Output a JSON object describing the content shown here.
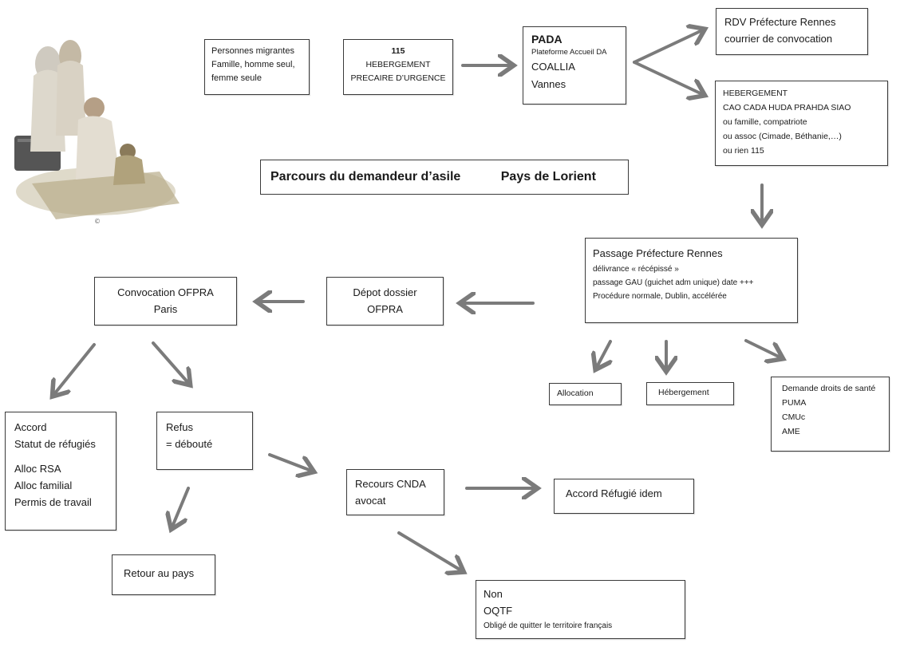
{
  "title": {
    "main": "Parcours du demandeur d’asile",
    "region": "Pays de Lorient"
  },
  "illustration": {
    "name": "family-with-luggage-illustration"
  },
  "boxes": {
    "personnes": {
      "lines": [
        "Personnes migrantes",
        "Famille, homme seul,",
        "femme seule"
      ]
    },
    "hebergement_urgence": {
      "lines": [
        "115",
        "HEBERGEMENT",
        "PRECAIRE D’URGENCE"
      ]
    },
    "pada": {
      "lines": [
        "PADA",
        "Plateforme Accueil DA",
        "COALLIA",
        "Vannes"
      ]
    },
    "rdv_prefecture": {
      "lines": [
        "RDV Préfecture Rennes",
        "courrier de convocation"
      ]
    },
    "hebergement": {
      "lines": [
        "HEBERGEMENT",
        "CAO CADA HUDA PRAHDA SIAO",
        "ou famille, compatriote",
        "ou assoc (Cimade, Béthanie,…)",
        "ou rien 115"
      ]
    },
    "passage_prefecture": {
      "lines": [
        "Passage Préfecture Rennes",
        "délivrance  « récépissé »",
        "passage GAU (guichet adm unique) date +++",
        "Procédure normale, Dublin, accélérée"
      ]
    },
    "depot_dossier": {
      "lines": [
        "Dépot dossier",
        "OFPRA"
      ]
    },
    "convocation_ofpra": {
      "lines": [
        "Convocation OFPRA",
        "Paris"
      ]
    },
    "allocation": {
      "lines": [
        "Allocation"
      ]
    },
    "hebergement_aide": {
      "lines": [
        "Hébergement"
      ]
    },
    "droits_sante": {
      "lines": [
        "Demande droits de santé",
        "PUMA",
        "CMUc",
        "AME"
      ]
    },
    "accord": {
      "lines": [
        "Accord",
        "Statut de réfugiés",
        "",
        "Alloc RSA",
        "Alloc familial",
        "Permis de travail"
      ]
    },
    "refus": {
      "lines": [
        "Refus",
        "= débouté"
      ]
    },
    "recours_cnda": {
      "lines": [
        "Recours CNDA",
        "avocat"
      ]
    },
    "accord_refugie": {
      "lines": [
        "Accord Réfugié idem"
      ]
    },
    "retour_pays": {
      "lines": [
        "Retour au pays"
      ]
    },
    "non_oqtf": {
      "lines": [
        "Non",
        "OQTF",
        "Obligé de quitter le territoire français"
      ]
    }
  },
  "arrow_color": "#7b7b7b"
}
